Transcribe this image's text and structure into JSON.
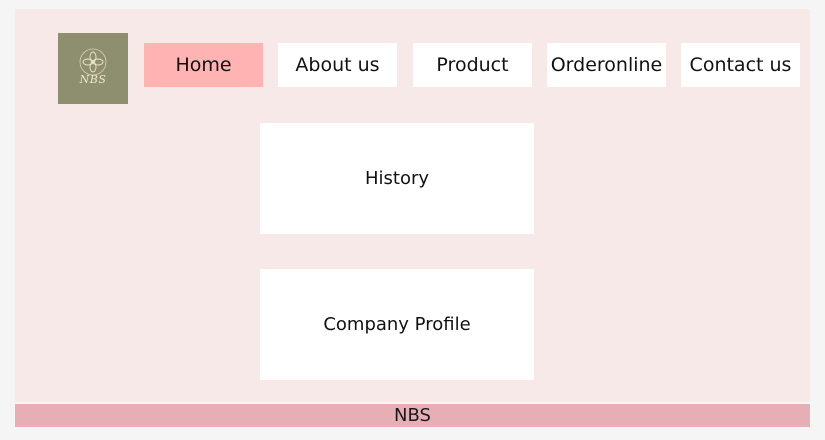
{
  "brand": {
    "logo_text": "NBS"
  },
  "nav": {
    "items": [
      {
        "label": "Home",
        "active": true
      },
      {
        "label": "About us",
        "active": false
      },
      {
        "label": "Product",
        "active": false
      },
      {
        "label": "Orderonline",
        "active": false
      },
      {
        "label": "Contact us",
        "active": false
      }
    ]
  },
  "main": {
    "cards": [
      {
        "label": "History"
      },
      {
        "label": "Company Profile"
      }
    ]
  },
  "footer": {
    "text": "NBS"
  },
  "colors": {
    "page_bg": "#f8e9e9",
    "nav_active": "#ffb3b3",
    "nav_default": "#ffffff",
    "logo_bg": "#8e8f6f",
    "footer_bg": "#e8aeb6"
  }
}
